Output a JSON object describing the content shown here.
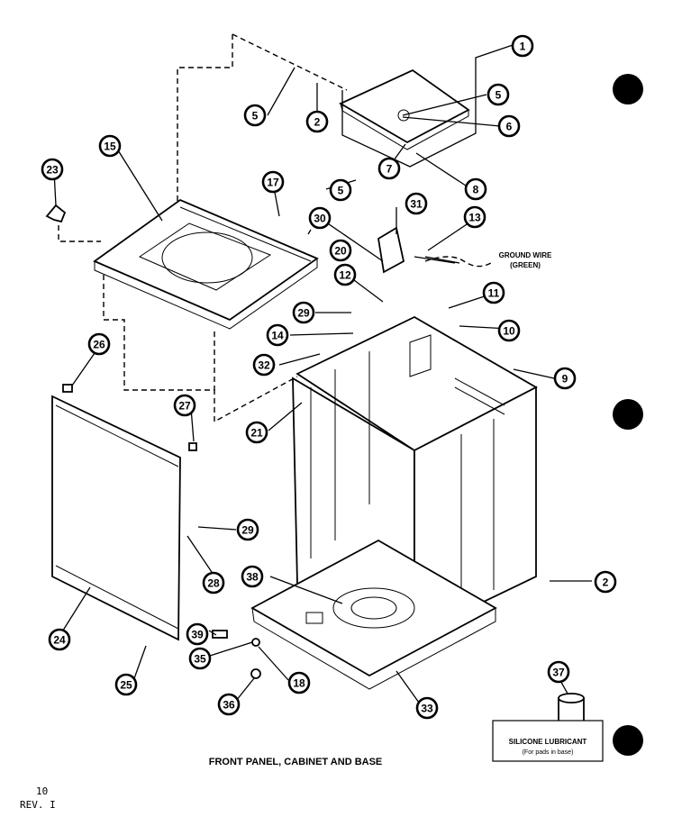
{
  "caption": "FRONT PANEL, CABINET AND BASE",
  "page_number": "10",
  "revision": "REV. I",
  "ground_wire": {
    "line1": "GROUND WIRE",
    "line2": "(GREEN)"
  },
  "lubricant_box": {
    "line1": "SILICONE LUBRICANT",
    "line2": "(For pads in base)"
  },
  "callouts": [
    "1",
    "2",
    "5",
    "5",
    "6",
    "5",
    "7",
    "8",
    "15",
    "23",
    "17",
    "30",
    "31",
    "13",
    "20",
    "12",
    "29",
    "11",
    "14",
    "10",
    "32",
    "9",
    "26",
    "27",
    "21",
    "29",
    "2",
    "28",
    "24",
    "35",
    "18",
    "25",
    "36",
    "33",
    "37",
    "38",
    "39"
  ]
}
